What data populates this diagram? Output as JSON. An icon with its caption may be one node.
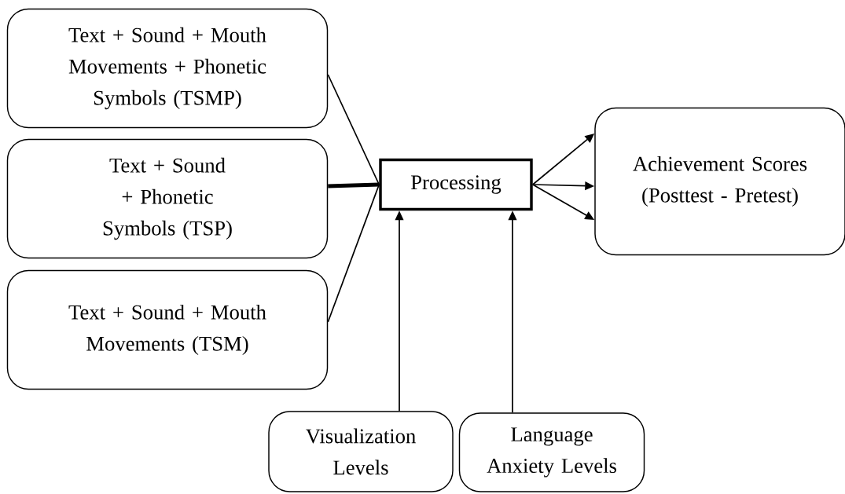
{
  "diagram": {
    "nodes": [
      {
        "text": [
          "Text + Sound + Mouth Movements + Phonetic Symbols (TSMP)"
        ]
      },
      {
        "text": [
          "Text + Sound + Phonetic Symbols (TSP)"
        ]
      },
      {
        "text": [
          "Text + Sound + Mouth Movements (TSM)"
        ]
      },
      {
        "text": [
          "Processing"
        ]
      },
      {
        "text": [
          "Achievement Scores (Posttest - Pretest)"
        ]
      },
      {
        "text": [
          "Visualization Levels"
        ]
      },
      {
        "text": [
          "Language Anxiety Levels"
        ]
      }
    ],
    "edges": [
      {
        "from": 0,
        "to": 3,
        "arrow": "none"
      },
      {
        "from": 1,
        "to": 3,
        "arrow": "none",
        "style": "thick"
      },
      {
        "from": 2,
        "to": 3,
        "arrow": "none"
      },
      {
        "from": 3,
        "to": 4,
        "arrow": "to"
      },
      {
        "from": 3,
        "to": 4,
        "arrow": "to"
      },
      {
        "from": 3,
        "to": 4,
        "arrow": "to"
      },
      {
        "from": 5,
        "to": 3,
        "arrow": "to"
      },
      {
        "from": 6,
        "to": 3,
        "arrow": "to"
      }
    ]
  }
}
